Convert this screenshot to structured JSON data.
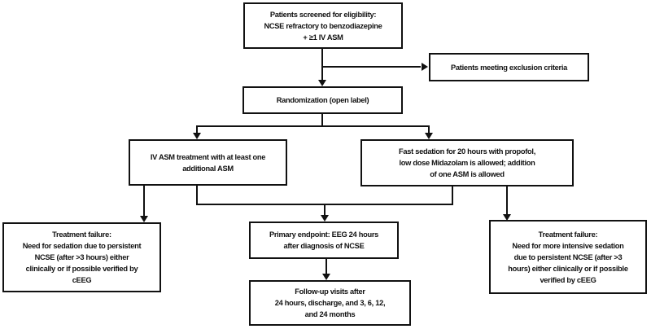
{
  "diagram": {
    "type": "flowchart",
    "colors": {
      "border": "#111111",
      "background": "#ffffff",
      "text": "#111111"
    },
    "boxes": {
      "screening": {
        "text": "Patients screened for eligibility:\nNCSE refractory to benzodiazepine\n+ ≥1 IV ASM"
      },
      "exclusion": {
        "text": "Patients meeting exclusion criteria"
      },
      "randomization": {
        "text": "Randomization (open label)"
      },
      "arm_left": {
        "text": "IV ASM treatment with at least one\nadditional ASM"
      },
      "arm_right": {
        "text": "Fast sedation for 20 hours with propofol,\nlow dose Midazolam is allowed; addition\nof one ASM is allowed"
      },
      "failure_left": {
        "text": "Treatment failure:\nNeed for sedation due to persistent\nNCSE (after >3 hours) either\nclinically or if possible verified by\ncEEG"
      },
      "primary_endpoint": {
        "text": "Primary endpoint: EEG 24 hours\nafter diagnosis of NCSE"
      },
      "followup": {
        "text": "Follow-up visits after\n24 hours, discharge, and 3, 6, 12,\nand 24 months"
      },
      "failure_right": {
        "text": "Treatment failure:\nNeed for more intensive sedation\ndue to persistent NCSE (after >3\nhours) either clinically or if possible\nverified by cEEG"
      }
    }
  }
}
